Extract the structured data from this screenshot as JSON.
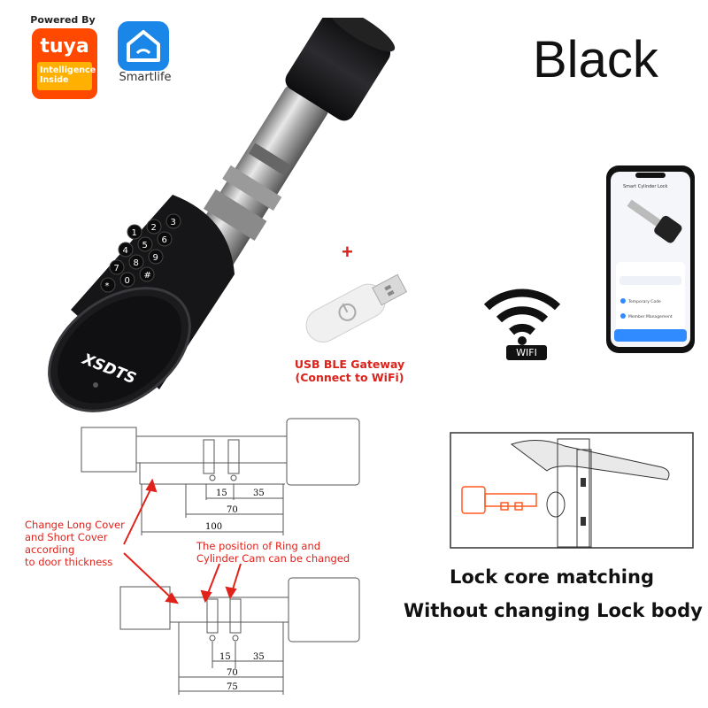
{
  "badges": {
    "tuya_powered": "Powered By",
    "tuya_brand": "tuya",
    "tuya_tag": "Intelligence Inside",
    "smartlife_label": "Smartlife"
  },
  "headline": "Black",
  "product": {
    "brand": "XSDTS",
    "keypad_keys": [
      "1",
      "2",
      "3",
      "4",
      "5",
      "6",
      "7",
      "8",
      "9",
      "*",
      "0",
      "#"
    ]
  },
  "gateway": {
    "plus": "+",
    "caption_line1": "USB BLE Gateway",
    "caption_line2": "(Connect to WiFi)"
  },
  "wifi": {
    "label": "WIFI"
  },
  "phone": {
    "screen_title": "Smart Cylinder Lock",
    "menu_items": [
      "Temporary Code",
      "Member Management"
    ]
  },
  "diagram": {
    "note_left": [
      "Change Long Cover",
      "and Short Cover",
      "according",
      "to door thickness"
    ],
    "note_center": [
      "The position of Ring and",
      "Cylinder Cam can be changed"
    ],
    "top_dims": {
      "a": "15",
      "b": "35",
      "c": "70",
      "d": "100"
    },
    "bottom_dims": {
      "a": "15",
      "b": "35",
      "c": "70",
      "d": "75"
    }
  },
  "door": {
    "caption1": "Lock core matching",
    "caption2": "Without changing Lock body"
  },
  "colors": {
    "tuya_orange": "#ff4800",
    "tuya_yellow": "#ffb000",
    "smartlife_blue": "#1a86e8",
    "accent_red": "#e0221b",
    "lock_black": "#1b1b1d"
  }
}
